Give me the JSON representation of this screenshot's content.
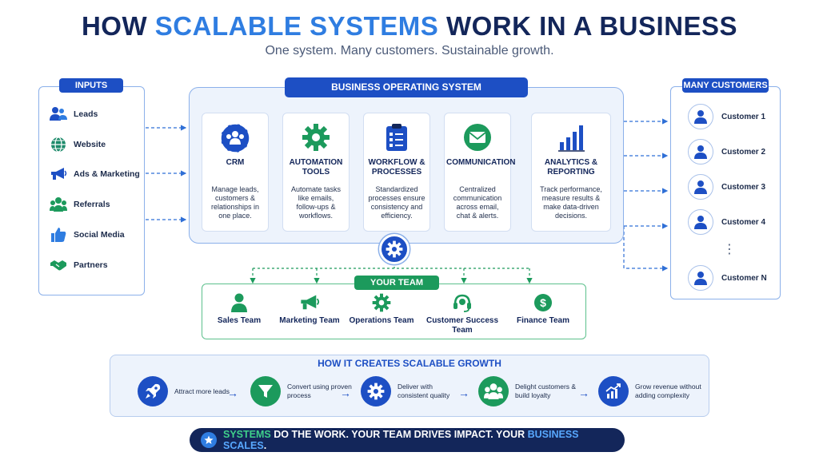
{
  "header": {
    "title_part1": "HOW ",
    "title_highlight": "SCALABLE SYSTEMS",
    "title_part2": " WORK IN A BUSINESS",
    "subtitle": "One system. Many customers. Sustainable growth."
  },
  "inputs": {
    "label": "INPUTS",
    "items": [
      {
        "label": "Leads",
        "icon": "people-icon"
      },
      {
        "label": "Website",
        "icon": "globe-icon"
      },
      {
        "label": "Ads & Marketing",
        "icon": "megaphone-icon"
      },
      {
        "label": "Referrals",
        "icon": "group-icon"
      },
      {
        "label": "Social Media",
        "icon": "thumbs-up-icon"
      },
      {
        "label": "Partners",
        "icon": "handshake-icon"
      }
    ]
  },
  "os": {
    "label": "BUSINESS OPERATING SYSTEM",
    "cards": [
      {
        "title": "CRM",
        "desc": "Manage leads, customers & relationships in one place.",
        "icon": "crm-users-icon"
      },
      {
        "title": "AUTOMATION TOOLS",
        "desc": "Automate tasks like emails, follow-ups & workflows.",
        "icon": "gear-icon"
      },
      {
        "title": "WORKFLOW & PROCESSES",
        "desc": "Standardized processes ensure consistency and efficiency.",
        "icon": "clipboard-icon"
      },
      {
        "title": "COMMUNICATION",
        "desc": "Centralized communication across email, chat & alerts.",
        "icon": "envelope-icon"
      },
      {
        "title": "ANALYTICS & REPORTING",
        "desc": "Track performance, measure results & make data-driven decisions.",
        "icon": "bar-chart-icon"
      }
    ]
  },
  "customers": {
    "label": "MANY CUSTOMERS",
    "items": [
      "Customer 1",
      "Customer 2",
      "Customer 3",
      "Customer 4",
      "Customer N"
    ],
    "ellipsis": "⋮"
  },
  "team": {
    "label": "YOUR TEAM",
    "members": [
      {
        "name": "Sales Team",
        "icon": "person-icon"
      },
      {
        "name": "Marketing Team",
        "icon": "megaphone-icon"
      },
      {
        "name": "Operations Team",
        "icon": "gear-icon"
      },
      {
        "name": "Customer Success Team",
        "icon": "headset-icon"
      },
      {
        "name": "Finance Team",
        "icon": "dollar-icon"
      }
    ]
  },
  "growth": {
    "label": "HOW IT CREATES SCALABLE GROWTH",
    "steps": [
      {
        "text": "Attract more leads",
        "icon": "rocket-icon"
      },
      {
        "text": "Convert using proven process",
        "icon": "funnel-icon"
      },
      {
        "text": "Deliver with consistent quality",
        "icon": "gear-icon"
      },
      {
        "text": "Delight customers & build loyalty",
        "icon": "group-icon"
      },
      {
        "text": "Grow revenue without adding complexity",
        "icon": "growth-chart-icon"
      }
    ]
  },
  "banner": {
    "part1": "SYSTEMS",
    "part2": " DO THE WORK. YOUR TEAM DRIVES IMPACT. YOUR ",
    "part3": "BUSINESS SCALES",
    "part4": "."
  },
  "colors": {
    "navy": "#13265a",
    "blue": "#1d4fc4",
    "accent_blue": "#2f7de1",
    "green": "#1c9a5c",
    "light_panel": "#edf3fc"
  }
}
